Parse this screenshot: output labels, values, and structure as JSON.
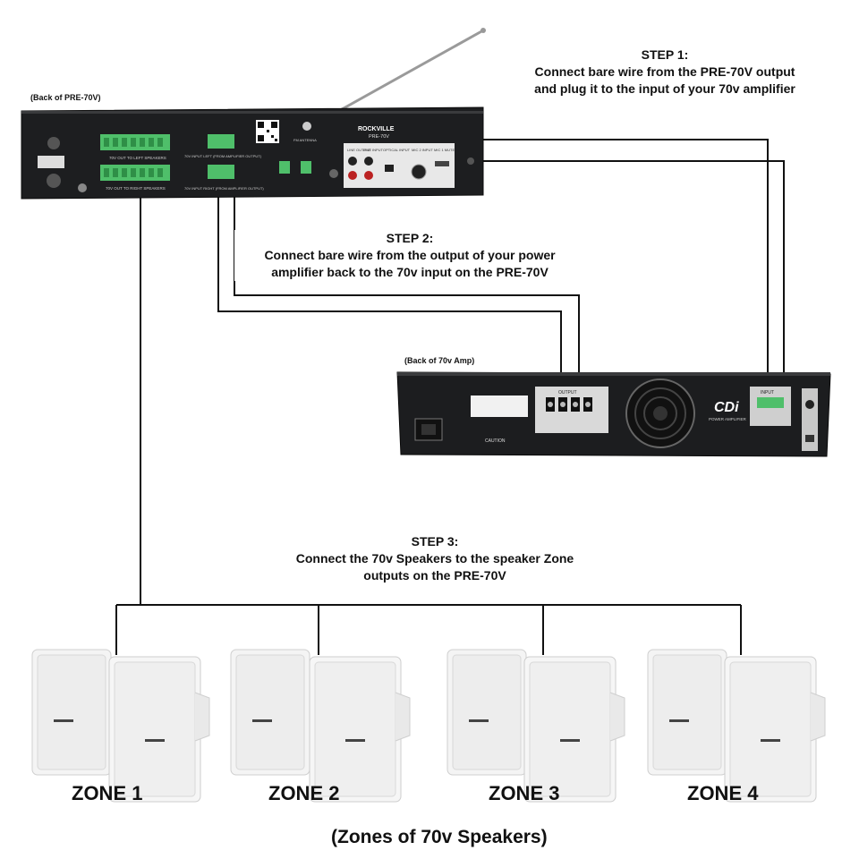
{
  "steps": {
    "step1": {
      "title": "STEP 1:",
      "line1": "Connect bare wire from the PRE-70V output",
      "line2": "and plug it to the input of your 70v amplifier"
    },
    "step2": {
      "title": "STEP 2:",
      "line1": "Connect bare wire from the output of your power",
      "line2": "amplifier back to the 70v input on the PRE-70V"
    },
    "step3": {
      "title": "STEP 3:",
      "line1": "Connect the 70v Speakers to the speaker Zone",
      "line2": "outputs on the PRE-70V"
    }
  },
  "captions": {
    "pre70v": "(Back of PRE-70V)",
    "amp": "(Back of 70v Amp)"
  },
  "pre70v": {
    "brand": "ROCKVILLE",
    "model": "PRE-70V",
    "fm_antenna": "FM ANTENNA",
    "left_speakers": "70V OUT TO LEFT SPEAKERS",
    "right_speakers": "70V OUT TO RIGHT SPEAKERS",
    "input_left": "70V INPUT LEFT (FROM AMPLIFIER OUTPUT)",
    "input_right": "70V INPUT RIGHT (FROM AMPLIFIER OUTPUT)",
    "line_output": "LINE OUTPUT",
    "line_input": "LINE INPUT",
    "optical_input": "OPTICAL INPUT",
    "mic2_input": "MIC 2 INPUT",
    "mic1_mute": "MIC 1 MUTE"
  },
  "amp": {
    "brand": "CDi",
    "subtitle": "POWER AMPLIFIER",
    "output": "OUTPUT",
    "input": "INPUT",
    "caution": "CAUTION"
  },
  "zones": [
    "ZONE 1",
    "ZONE 2",
    "ZONE 3",
    "ZONE 4"
  ],
  "footer": "(Zones of 70v Speakers)"
}
